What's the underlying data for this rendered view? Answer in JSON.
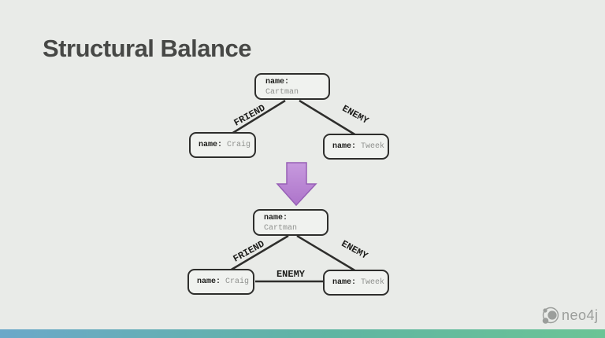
{
  "slide": {
    "title": "Structural Balance"
  },
  "colors": {
    "background": "#e9ebe8",
    "title": "#474846",
    "node_border": "#2e2e2c",
    "node_key": "#1d1d1b",
    "node_value": "#8f918e",
    "edge_line": "#2e2e2c",
    "arrow_fill_top": "#c79ade",
    "arrow_fill_bottom": "#ad74ca",
    "arrow_stroke": "#9760b6",
    "footer_bar_left": "#6ba8c9",
    "footer_bar_right": "#6bc496",
    "logo_gray": "#9b9e9b"
  },
  "diagram_unbalanced": {
    "nodes": {
      "cartman": {
        "key": "name:",
        "value": "Cartman"
      },
      "craig": {
        "key": "name:",
        "value": "Craig"
      },
      "tweek": {
        "key": "name:",
        "value": "Tweek"
      }
    },
    "edges": {
      "cartman_craig": {
        "label": "FRIEND"
      },
      "cartman_tweek": {
        "label": "ENEMY"
      }
    }
  },
  "diagram_balanced": {
    "nodes": {
      "cartman": {
        "key": "name:",
        "value": "Cartman"
      },
      "craig": {
        "key": "name:",
        "value": "Craig"
      },
      "tweek": {
        "key": "name:",
        "value": "Tweek"
      }
    },
    "edges": {
      "cartman_craig": {
        "label": "FRIEND"
      },
      "cartman_tweek": {
        "label": "ENEMY"
      },
      "craig_tweek": {
        "label": "ENEMY"
      }
    }
  },
  "footer": {
    "logo_text": "neo4j"
  }
}
